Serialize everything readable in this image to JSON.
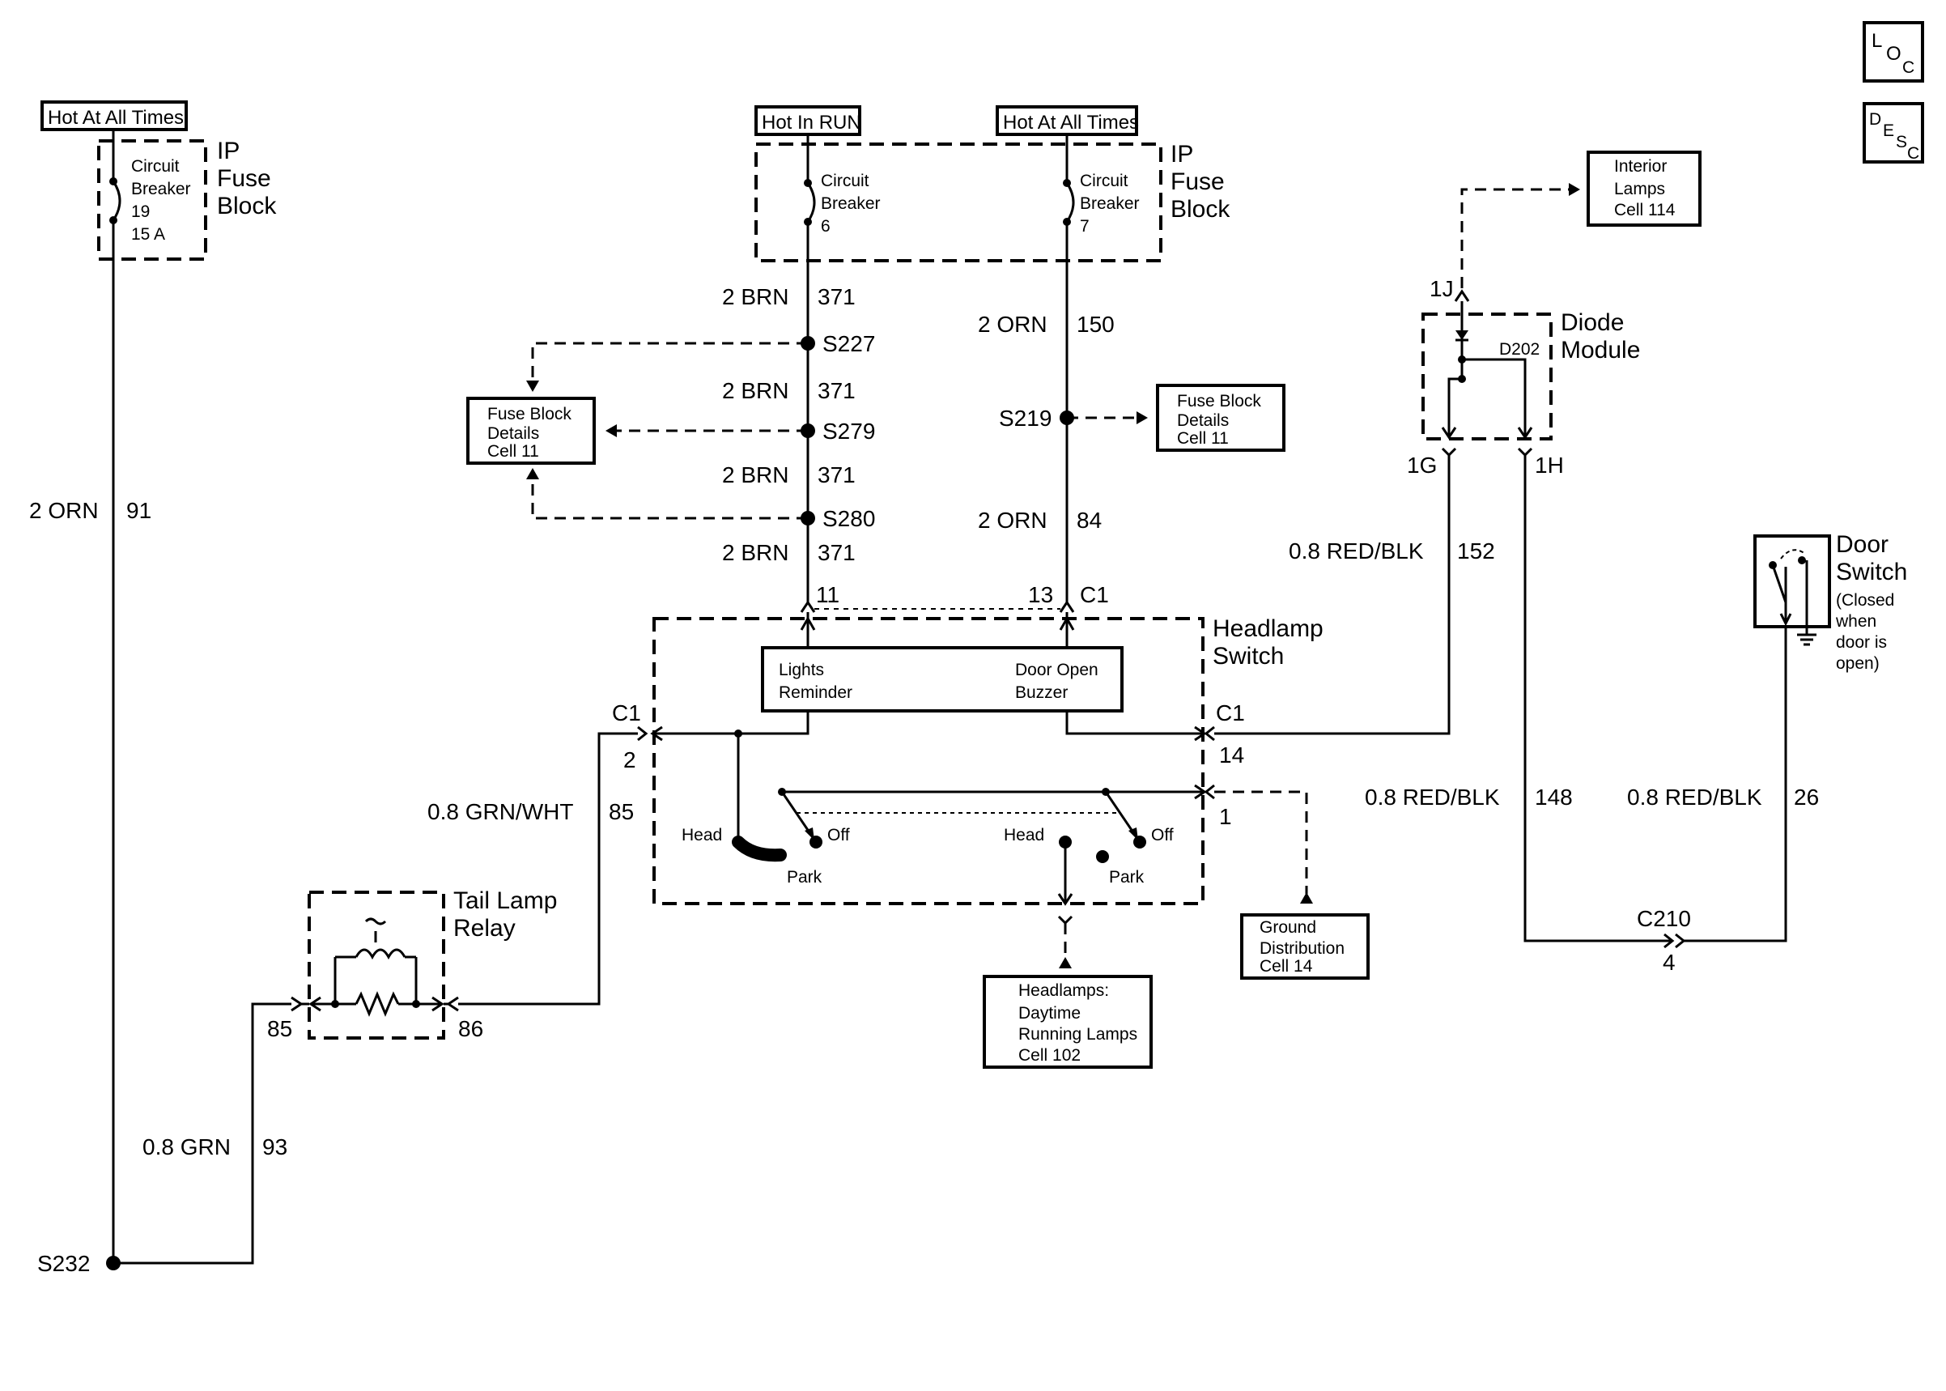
{
  "corner": {
    "loc": [
      "L",
      "O",
      "C"
    ],
    "desc": [
      "D",
      "E",
      "S",
      "C"
    ]
  },
  "sources": {
    "left_hot": "Hot At All Times",
    "mid_hot_run": "Hot In RUN",
    "mid_hot_all": "Hot At All Times"
  },
  "fuse_blocks": {
    "left": {
      "title": [
        "IP",
        "Fuse",
        "Block"
      ],
      "breaker": [
        "Circuit",
        "Breaker",
        "19",
        "15 A"
      ]
    },
    "center": {
      "title": [
        "IP",
        "Fuse",
        "Block"
      ],
      "breaker6": [
        "Circuit",
        "Breaker",
        "6"
      ],
      "breaker7": [
        "Circuit",
        "Breaker",
        "7"
      ]
    }
  },
  "wires": {
    "w91": [
      "2 ORN",
      "91"
    ],
    "w371a": [
      "2 BRN",
      "371"
    ],
    "w371b": [
      "2 BRN",
      "371"
    ],
    "w371c": [
      "2 BRN",
      "371"
    ],
    "w371d": [
      "2 BRN",
      "371"
    ],
    "w150": [
      "2 ORN",
      "150"
    ],
    "w84": [
      "2 ORN",
      "84"
    ],
    "w85": [
      "0.8 GRN/WHT",
      "85"
    ],
    "w93": [
      "0.8 GRN",
      "93"
    ],
    "w152": [
      "0.8 RED/BLK",
      "152"
    ],
    "w148": [
      "0.8 RED/BLK",
      "148"
    ],
    "w26": [
      "0.8 RED/BLK",
      "26"
    ]
  },
  "splices": {
    "s227": "S227",
    "s279": "S279",
    "s280": "S280",
    "s219": "S219",
    "s232": "S232"
  },
  "refs": {
    "fuse_details_left": [
      "Fuse Block",
      "Details",
      "Cell 11"
    ],
    "fuse_details_right": [
      "Fuse Block",
      "Details",
      "Cell 11"
    ],
    "interior": [
      "Interior",
      "Lamps",
      "Cell 114"
    ],
    "ground": [
      "Ground",
      "Distribution",
      "Cell 14"
    ],
    "headlamps": [
      "Headlamps:",
      "Daytime",
      "Running Lamps",
      "Cell 102"
    ]
  },
  "headlamp_switch": {
    "title": [
      "Headlamp",
      "Switch"
    ],
    "module_left": [
      "Lights",
      "Reminder"
    ],
    "module_right": [
      "Door Open",
      "Buzzer"
    ],
    "head1": "Head",
    "off1": "Off",
    "park1": "Park",
    "head2": "Head",
    "off2": "Off",
    "park2": "Park"
  },
  "connectors": {
    "p11": "11",
    "p13": "13",
    "c1_top": "C1",
    "c1_left": "C1",
    "p2": "2",
    "c1_right": "C1",
    "p14": "14",
    "p1": "1",
    "p85": "85",
    "p86": "86",
    "p1j": "1J",
    "p1g": "1G",
    "p1h": "1H",
    "c210": "C210",
    "p4": "4"
  },
  "tail_relay": {
    "title": [
      "Tail Lamp",
      "Relay"
    ]
  },
  "diode": {
    "title": [
      "Diode",
      "Module"
    ],
    "id": "D202"
  },
  "door_switch": {
    "title": [
      "Door",
      "Switch"
    ],
    "note": [
      "(Closed",
      "when",
      "door is",
      "open)"
    ]
  }
}
